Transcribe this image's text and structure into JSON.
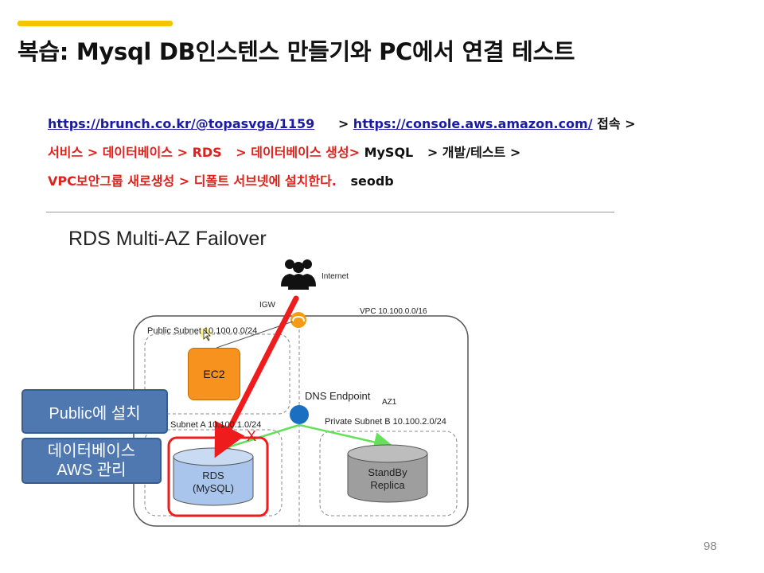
{
  "slide": {
    "title": "복습: Mysql DB인스텐스 만들기와 PC에서 연결 테스트",
    "page_number": "98"
  },
  "steps": {
    "line1": {
      "link1": "https://brunch.co.kr/@topasvga/1159",
      "sep1": ">",
      "link2": "https://console.aws.amazon.com/",
      "tail": "접속 >"
    },
    "line2": {
      "a": "서비스 > 데이터베이스 > RDS",
      "b": "> 데이터베이스 생성>",
      "c": "MySQL",
      "d": "> 개발/테스트 >"
    },
    "line3": {
      "a": "VPC보안그룹 새로생성 > 디폴트 서브넷에 설치한다.",
      "b": "seodb"
    }
  },
  "diagram": {
    "title": "RDS Multi-AZ Failover",
    "internet_label": "Internet",
    "igw_label": "IGW",
    "vpc_label": "VPC 10.100.0.0/16",
    "public_subnet_label": "Public Subnet 10.100.0.0/24",
    "ec2_label": "EC2",
    "dns_label": "DNS Endpoint",
    "az_label": "AZ1",
    "subnet_a_label": "Subnet A 10.100.1.0/24",
    "subnet_b_label": "Private Subnet B 10.100.2.0/24",
    "rds_label_1": "RDS",
    "rds_label_2": "(MySQL)",
    "standby_label_1": "StandBy",
    "standby_label_2": "Replica",
    "x_mark": "X",
    "colors": {
      "accent": "#f5c400",
      "link": "#1a1aa6",
      "red": "#e0201b",
      "ec2": "#f7921e",
      "db_blue": "#a9c5eb",
      "db_gray": "#9e9e9e",
      "dns": "#1a6fc2",
      "green_arrow": "#66e05a",
      "callout": "#4f78b1"
    }
  },
  "callouts": {
    "public": "Public에 설치",
    "db_line1": "데이터베이스",
    "db_line2": "AWS 관리"
  }
}
